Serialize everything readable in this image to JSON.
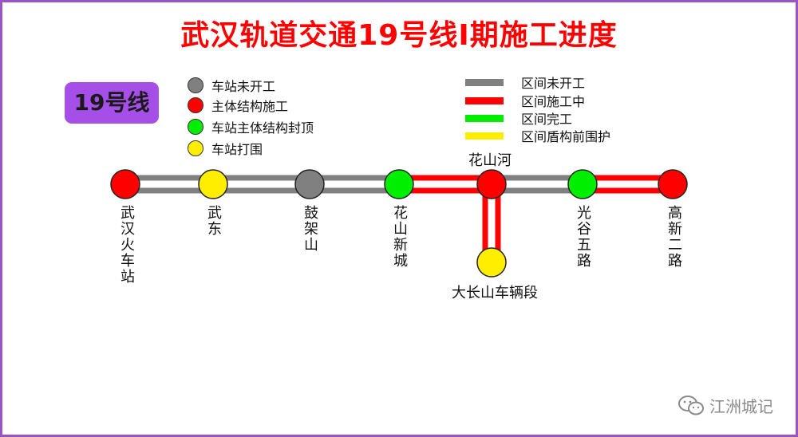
{
  "title": "武汉轨道交通19号线I期施工进度",
  "line_badge": "19号线",
  "legend": {
    "stations": [
      {
        "label": "车站未开工",
        "color": "#808080"
      },
      {
        "label": "主体结构施工",
        "color": "#ff0000"
      },
      {
        "label": "车站主体结构封顶",
        "color": "#00ee00"
      },
      {
        "label": "车站打围",
        "color": "#ffee00"
      }
    ],
    "sections": [
      {
        "label": "区间未开工",
        "color": "#808080"
      },
      {
        "label": "区间施工中",
        "color": "#ff0000"
      },
      {
        "label": "区间完工",
        "color": "#00ee00"
      },
      {
        "label": "区间盾构前围护",
        "color": "#ffee00"
      }
    ]
  },
  "stations": [
    {
      "name": "武汉火车站",
      "status_color": "#ff0000"
    },
    {
      "name": "武东",
      "status_color": "#ffee00"
    },
    {
      "name": "鼓架山",
      "status_color": "#808080"
    },
    {
      "name": "花山新城",
      "status_color": "#00ee00"
    },
    {
      "name": "花山河",
      "status_color": "#ff0000"
    },
    {
      "name": "光谷五路",
      "status_color": "#00ee00"
    },
    {
      "name": "高新二路",
      "status_color": "#ff0000"
    }
  ],
  "depot": {
    "name": "大长山车辆段",
    "status_color": "#ffee00",
    "link_color": "#ff0000"
  },
  "sections": [
    {
      "from": "武汉火车站",
      "to": "武东",
      "color": "#808080"
    },
    {
      "from": "武东",
      "to": "鼓架山",
      "color": "#808080"
    },
    {
      "from": "鼓架山",
      "to": "花山新城",
      "color": "#808080"
    },
    {
      "from": "花山新城",
      "to": "花山河",
      "color": "#ff0000"
    },
    {
      "from": "花山河",
      "to": "光谷五路",
      "color": "#808080"
    },
    {
      "from": "光谷五路",
      "to": "高新二路",
      "color": "#ff0000"
    }
  ],
  "watermark": "江洲城记",
  "watermark_icon": "wechat-icon"
}
